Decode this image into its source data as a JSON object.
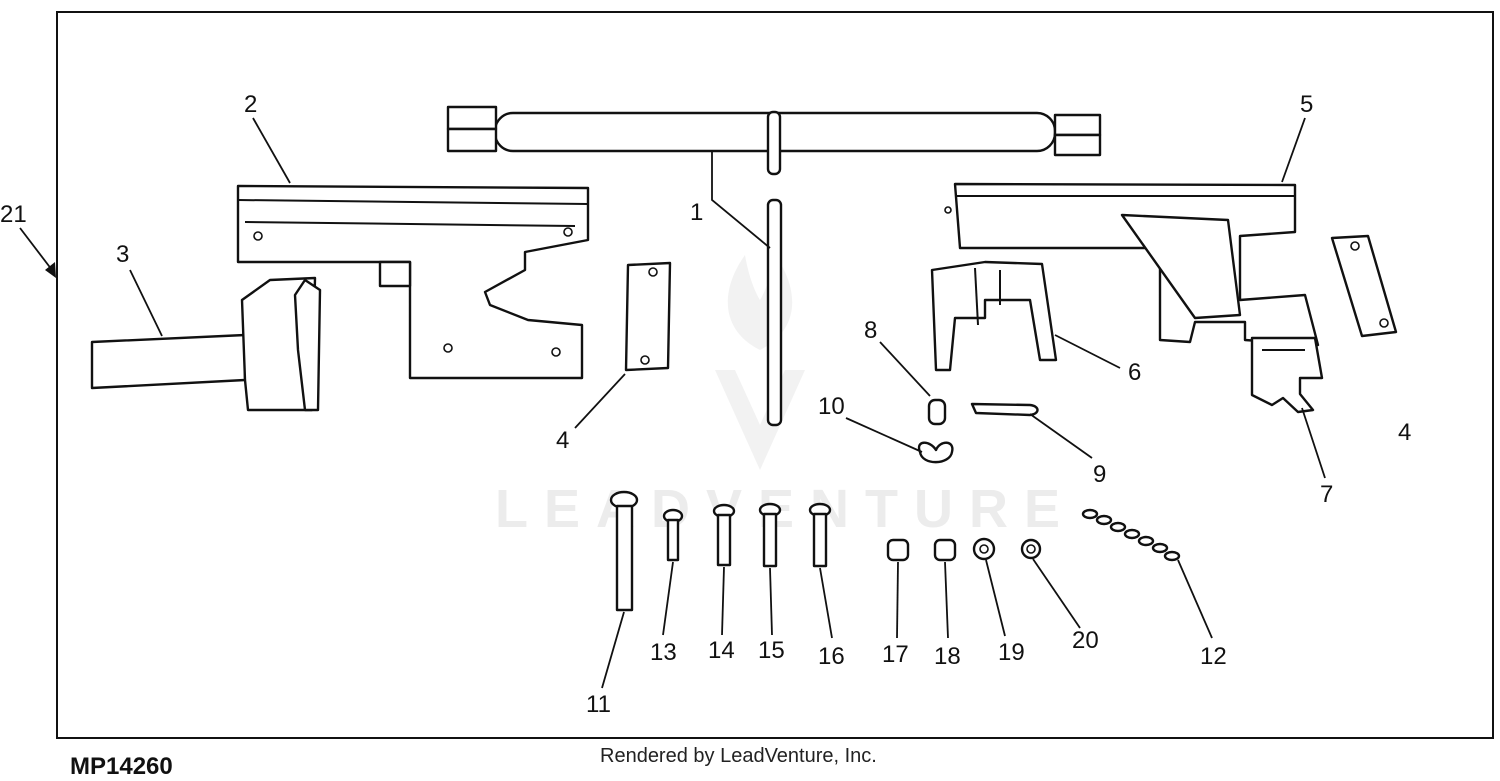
{
  "diagram": {
    "id_label": "MP14260",
    "credit": "Rendered by LeadVenture, Inc.",
    "watermark": "LEADVENTURE",
    "callouts": [
      "1",
      "2",
      "3",
      "4",
      "4",
      "5",
      "6",
      "7",
      "8",
      "9",
      "10",
      "11",
      "12",
      "13",
      "14",
      "15",
      "16",
      "17",
      "18",
      "19",
      "20",
      "21"
    ]
  }
}
